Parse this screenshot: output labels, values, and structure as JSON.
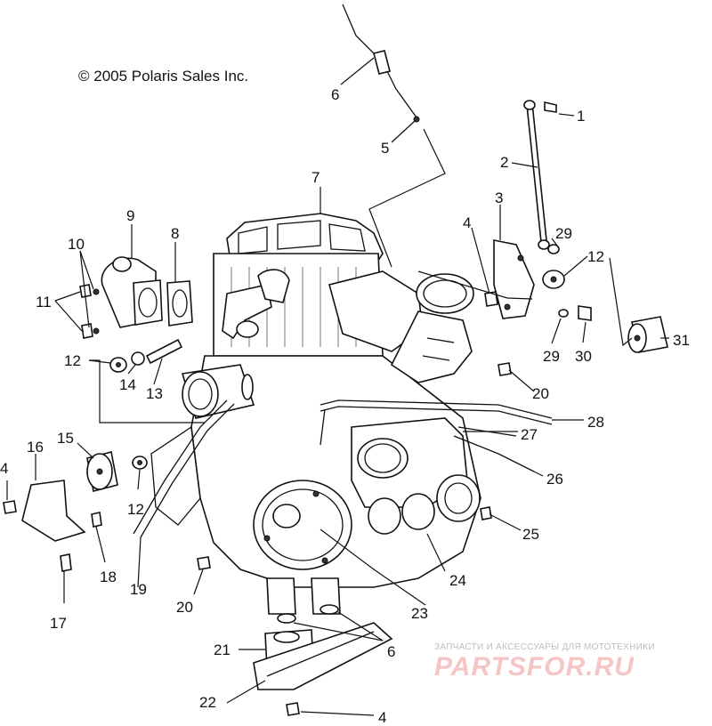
{
  "copyright": "© 2005 Polaris Sales Inc.",
  "watermark": {
    "tagline": "ЗАПЧАСТИ И АКСЕССУАРЫ ДЛЯ МОТОТЕХНИКИ",
    "logo": "PARTSFOR.RU"
  },
  "callouts": {
    "c1": "1",
    "c2": "2",
    "c3": "3",
    "c4a": "4",
    "c4b": "4",
    "c4c": "4",
    "c5": "5",
    "c6a": "6",
    "c6b": "6",
    "c7": "7",
    "c8": "8",
    "c9": "9",
    "c10": "10",
    "c11": "11",
    "c12a": "12",
    "c12b": "12",
    "c12c": "12",
    "c13": "13",
    "c14": "14",
    "c15": "15",
    "c16": "16",
    "c17": "17",
    "c18": "18",
    "c19": "19",
    "c20a": "20",
    "c20b": "20",
    "c21": "21",
    "c22": "22",
    "c23": "23",
    "c24": "24",
    "c25": "25",
    "c26": "26",
    "c27": "27",
    "c28": "28",
    "c29a": "29",
    "c29b": "29",
    "c30": "30",
    "c31": "31"
  },
  "colors": {
    "line": "#111111",
    "watermark_red": "#f4c6c6",
    "watermark_gray": "#bdbdbd"
  }
}
